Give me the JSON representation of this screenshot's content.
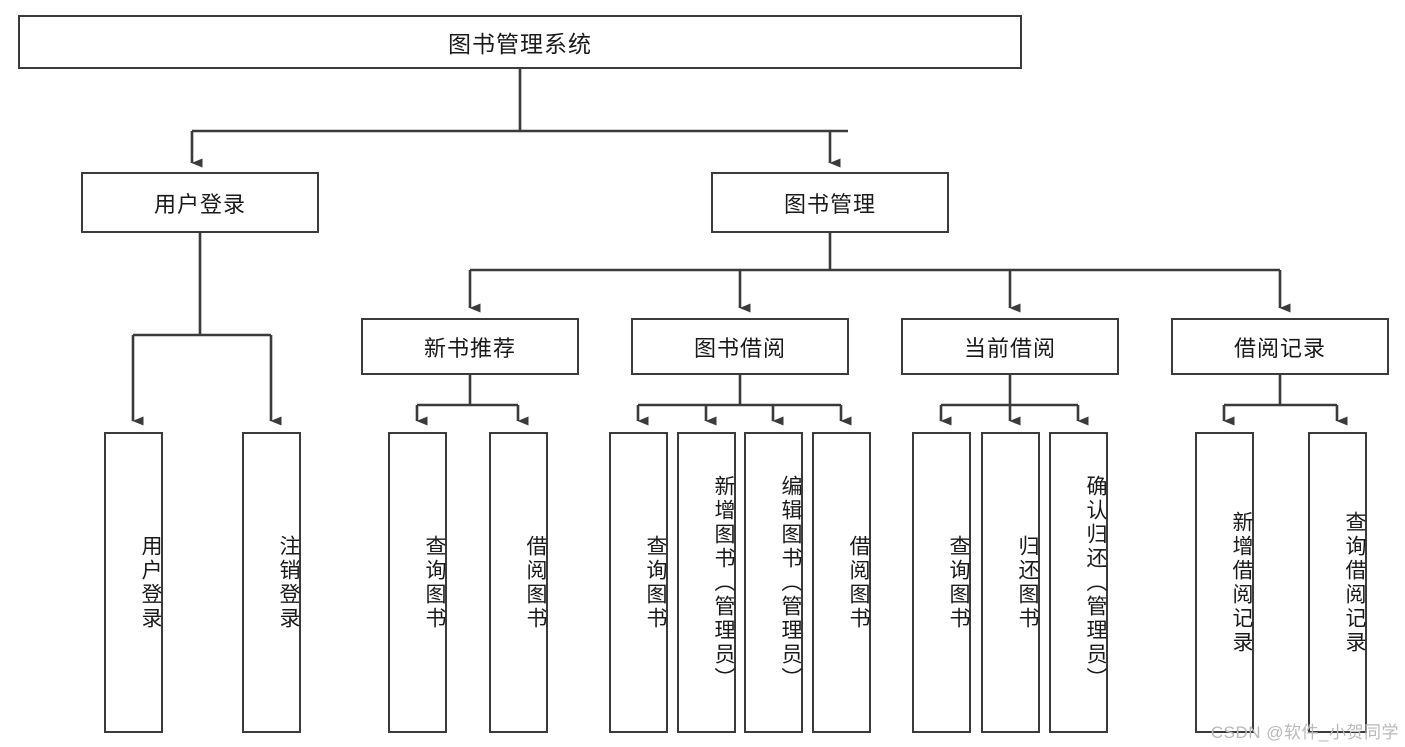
{
  "diagram": {
    "title_text": "图书管理系统",
    "watermark": "CSDN @软件_小贺同学",
    "stroke_color": "#3b3b3b",
    "background_color": "#ffffff",
    "text_color": "#1a1a1a",
    "watermark_color": "#b9b9b9"
  },
  "root": {
    "label": "图书管理系统"
  },
  "level2": [
    {
      "label": "用户登录"
    },
    {
      "label": "图书管理"
    }
  ],
  "level3": [
    {
      "label": "新书推荐"
    },
    {
      "label": "图书借阅"
    },
    {
      "label": "当前借阅"
    },
    {
      "label": "借阅记录"
    }
  ],
  "leaves": {
    "user_login": [
      {
        "label": "用户登录"
      },
      {
        "label": "注销登录"
      }
    ],
    "new_book_recommend": [
      {
        "label": "查询图书"
      },
      {
        "label": "借阅图书"
      }
    ],
    "book_borrow": [
      {
        "label": "查询图书"
      },
      {
        "label": "新增图书（管理员）"
      },
      {
        "label": "编辑图书（管理员）"
      },
      {
        "label": "借阅图书"
      }
    ],
    "current_borrow": [
      {
        "label": "查询图书"
      },
      {
        "label": "归还图书"
      },
      {
        "label": "确认归还（管理员）"
      }
    ],
    "borrow_record": [
      {
        "label": "新增借阅记录"
      },
      {
        "label": "查询借阅记录"
      }
    ]
  }
}
